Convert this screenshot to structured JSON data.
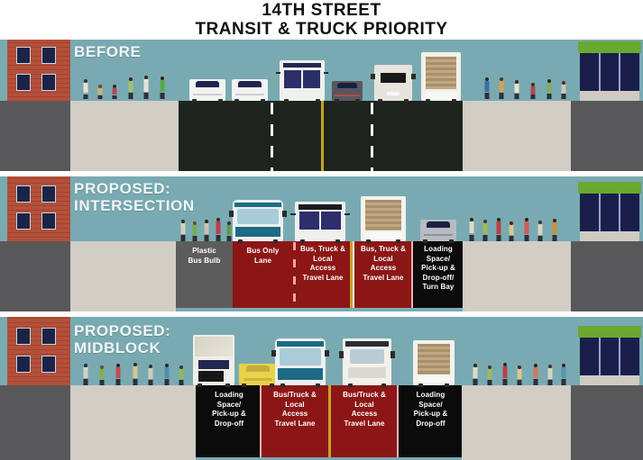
{
  "title": {
    "line1": "14TH STREET",
    "line2": "TRANSIT & TRUCK PRIORITY"
  },
  "colors": {
    "sky": "#79aab2",
    "sidewalk": "#d2cec5",
    "curb_gray": "#58585a",
    "asphalt": "#1d241d",
    "bus_lane_red": "#8c1616",
    "loading_black": "#0b0b0b",
    "bus_bulb_gray": "#5c5c5c",
    "center_line_yellow": "#c9a227",
    "lane_line_white": "#f2f2f2",
    "brick": "#b4503a",
    "awning_green": "#6aa82f",
    "storefront_navy": "#191f4a",
    "label_text": "#ffffff"
  },
  "sections": [
    {
      "id": "before",
      "label": "BEFORE",
      "label_lines": [
        "BEFORE"
      ],
      "road_type": "asphalt",
      "lane_labels": [],
      "markings": [
        "white-dashed",
        "yellow-center",
        "white-dashed"
      ],
      "vehicles": [
        "white-car",
        "white-car",
        "white-bus",
        "dark-car",
        "white-van",
        "tan-box-truck"
      ]
    },
    {
      "id": "intersection",
      "label": "PROPOSED: INTERSECTION",
      "label_lines": [
        "PROPOSED:",
        "INTERSECTION"
      ],
      "road_type": "striped",
      "lane_labels": [
        {
          "name": "plastic-bus-bulb",
          "lines": [
            "Plastic",
            "Bus Bulb"
          ],
          "fill": "#5c5c5c"
        },
        {
          "name": "bus-only-lane",
          "lines": [
            "Bus Only",
            "Lane"
          ],
          "fill": "#8c1616"
        },
        {
          "name": "bus-truck-local-lane-1",
          "lines": [
            "Bus, Truck &",
            "Local",
            "Access",
            "Travel Lane"
          ],
          "fill": "#8c1616"
        },
        {
          "name": "bus-truck-local-lane-2",
          "lines": [
            "Bus, Truck &",
            "Local",
            "Access",
            "Travel Lane"
          ],
          "fill": "#8c1616"
        },
        {
          "name": "loading-turn-bay",
          "lines": [
            "Loading",
            "Space/",
            "Pick-up &",
            "Drop-off/",
            "Turn Bay"
          ],
          "fill": "#0b0b0b"
        }
      ],
      "vehicles": [
        "teal-bus-front",
        "white-bus-front",
        "tan-box-truck",
        "gray-car"
      ]
    },
    {
      "id": "midblock",
      "label": "PROPOSED: MIDBLOCK",
      "label_lines": [
        "PROPOSED:",
        "MIDBLOCK"
      ],
      "road_type": "striped",
      "lane_labels": [
        {
          "name": "loading-space-left",
          "lines": [
            "Loading",
            "Space/",
            "Pick-up &",
            "Drop-off"
          ],
          "fill": "#0b0b0b"
        },
        {
          "name": "bus-truck-local-lane-1",
          "lines": [
            "Bus/Truck &",
            "Local",
            "Access",
            "Travel Lane"
          ],
          "fill": "#8c1616"
        },
        {
          "name": "bus-truck-local-lane-2",
          "lines": [
            "Bus/Truck &",
            "Local",
            "Access",
            "Travel Lane"
          ],
          "fill": "#8c1616"
        },
        {
          "name": "loading-space-right",
          "lines": [
            "Loading",
            "Space/",
            "Pick-up &",
            "Drop-off"
          ],
          "fill": "#0b0b0b"
        }
      ],
      "vehicles": [
        "white-truck",
        "yellow-taxi",
        "teal-bus-front",
        "white-truck-front",
        "tan-box-truck"
      ]
    }
  ]
}
